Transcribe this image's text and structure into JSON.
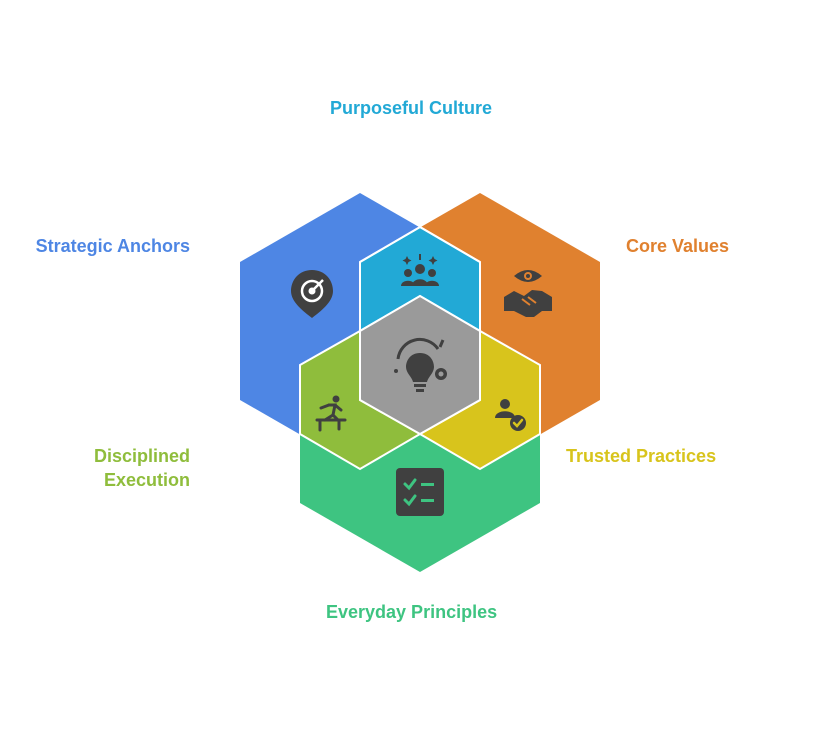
{
  "labels": {
    "purposeful_culture": "Purposeful Culture",
    "core_values": "Core Values",
    "strategic_anchors": "Strategic Anchors",
    "disciplined_execution": "Disciplined Execution",
    "trusted_practices": "Trusted Practices",
    "everyday_principles": "Everyday Principles"
  },
  "colors": {
    "purposeful_culture": "#22a9d6",
    "core_values": "#e0812f",
    "strategic_anchors": "#4e86e4",
    "disciplined_execution": "#8fbd3c",
    "trusted_practices": "#d8c41c",
    "everyday_principles": "#3ec481",
    "center": "#9a9a9a",
    "icon": "#404040"
  },
  "icons": {
    "purposeful_culture": "team-sparkle-icon",
    "core_values": "eye-handshake-icon",
    "strategic_anchors": "target-pin-icon",
    "disciplined_execution": "runner-hurdle-icon",
    "trusted_practices": "verified-users-icon",
    "everyday_principles": "checklist-icon",
    "center": "lightbulb-icon"
  }
}
